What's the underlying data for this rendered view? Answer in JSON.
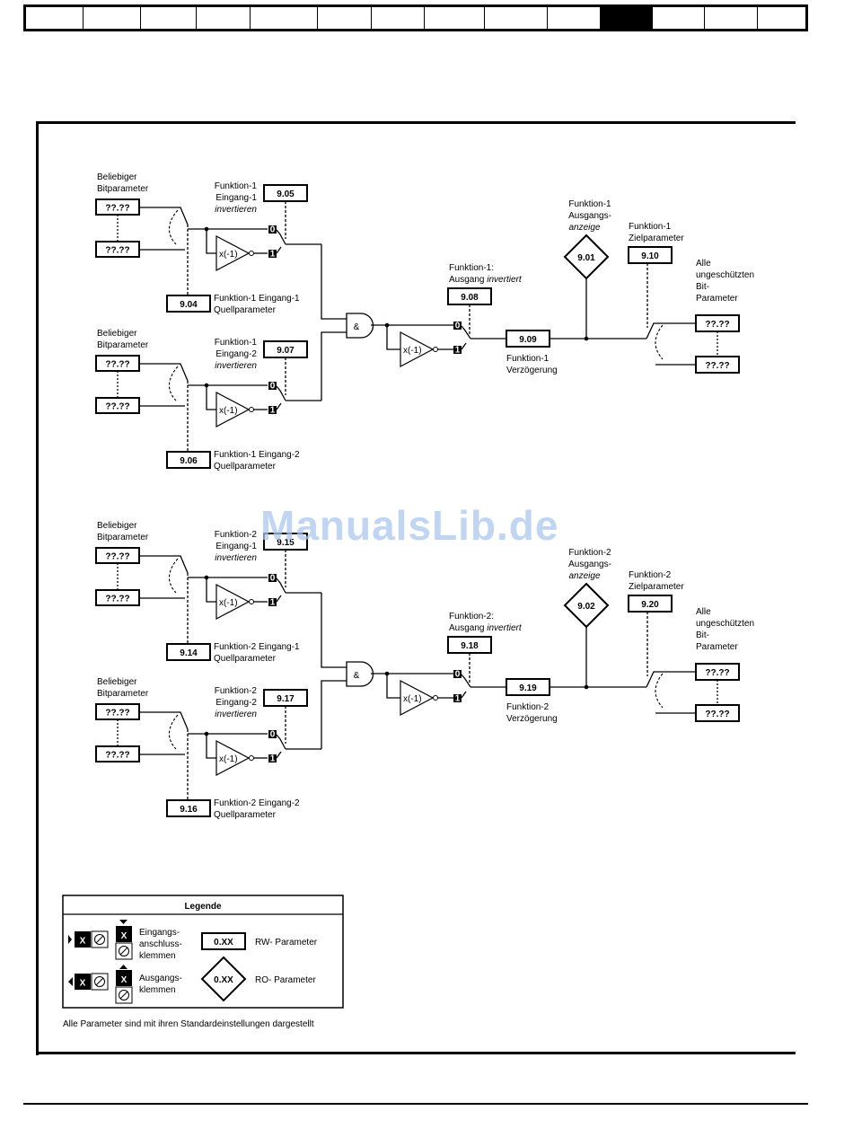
{
  "watermark": "ManualsLib.de",
  "blocks": [
    {
      "in1": {
        "name": "Beliebiger",
        "name2": "Bitparameter",
        "box_a": "??.??",
        "box_b": "??.??",
        "src_param": "9.04",
        "src_l1": "Funktion-1 Eingang-1",
        "src_l2": "Quellparameter",
        "inv_l1": "Funktion-1",
        "inv_l2": "Eingang-1",
        "inv_l3": "invertieren",
        "inv_param": "9.05",
        "bit0": "0",
        "bit1": "1",
        "gate": "x(-1)"
      },
      "in2": {
        "name": "Beliebiger",
        "name2": "Bitparameter",
        "box_a": "??.??",
        "box_b": "??.??",
        "src_param": "9.06",
        "src_l1": "Funktion-1 Eingang-2",
        "src_l2": "Quellparameter",
        "inv_l1": "Funktion-1",
        "inv_l2": "Eingang-2",
        "inv_l3": "invertieren",
        "inv_param": "9.07",
        "bit0": "0",
        "bit1": "1",
        "gate": "x(-1)"
      },
      "and_symbol": "&",
      "out_inv_l1": "Funktion-1:",
      "out_inv_l2a": "Ausgang ",
      "out_inv_l2b": "invertiert",
      "out_inv_param": "9.08",
      "out_bit0": "0",
      "out_bit1": "1",
      "out_gate": "x(-1)",
      "delay_param": "9.09",
      "delay_l1": "Funktion-1",
      "delay_l2": "Verzögerung",
      "disp_l1": "Funktion-1",
      "disp_l2": "Ausgangs-",
      "disp_l3": "anzeige",
      "disp_param": "9.01",
      "dest_l1": "Funktion-1",
      "dest_l2": "Zielparameter",
      "dest_param": "9.10",
      "target_l1": "Alle",
      "target_l2": "ungeschützten",
      "target_l3": "Bit-",
      "target_l4": "Parameter",
      "target_a": "??.??",
      "target_b": "??.??"
    },
    {
      "in1": {
        "name": "Beliebiger",
        "name2": "Bitparameter",
        "box_a": "??.??",
        "box_b": "??.??",
        "src_param": "9.14",
        "src_l1": "Funktion-2 Eingang-1",
        "src_l2": "Quellparameter",
        "inv_l1": "Funktion-2",
        "inv_l2": "Eingang-1",
        "inv_l3": "invertieren",
        "inv_param": "9.15",
        "bit0": "0",
        "bit1": "1",
        "gate": "x(-1)"
      },
      "in2": {
        "name": "Beliebiger",
        "name2": "Bitparameter",
        "box_a": "??.??",
        "box_b": "??.??",
        "src_param": "9.16",
        "src_l1": "Funktion-2 Eingang-2",
        "src_l2": "Quellparameter",
        "inv_l1": "Funktion-2",
        "inv_l2": "Eingang-2",
        "inv_l3": "invertieren",
        "inv_param": "9.17",
        "bit0": "0",
        "bit1": "1",
        "gate": "x(-1)"
      },
      "and_symbol": "&",
      "out_inv_l1": "Funktion-2:",
      "out_inv_l2a": "Ausgang ",
      "out_inv_l2b": "invertiert",
      "out_inv_param": "9.18",
      "out_bit0": "0",
      "out_bit1": "1",
      "out_gate": "x(-1)",
      "delay_param": "9.19",
      "delay_l1": "Funktion-2",
      "delay_l2": "Verzögerung",
      "disp_l1": "Funktion-2",
      "disp_l2": "Ausgangs-",
      "disp_l3": "anzeige",
      "disp_param": "9.02",
      "dest_l1": "Funktion-2",
      "dest_l2": "Zielparameter",
      "dest_param": "9.20",
      "target_l1": "Alle",
      "target_l2": "ungeschützten",
      "target_l3": "Bit-",
      "target_l4": "Parameter",
      "target_a": "??.??",
      "target_b": "??.??"
    }
  ],
  "legend": {
    "title": "Legende",
    "x_glyph": "X",
    "input_l1": "Eingangs-",
    "input_l2": "anschluss-",
    "input_l3": "klemmen",
    "output_l1": "Ausgangs-",
    "output_l2": "klemmen",
    "rw_box": "0.XX",
    "rw_label": "RW- Parameter",
    "ro_box": "0.XX",
    "ro_label": "RO- Parameter"
  },
  "footnote": "Alle Parameter sind mit ihren Standardeinstellungen dargestellt"
}
